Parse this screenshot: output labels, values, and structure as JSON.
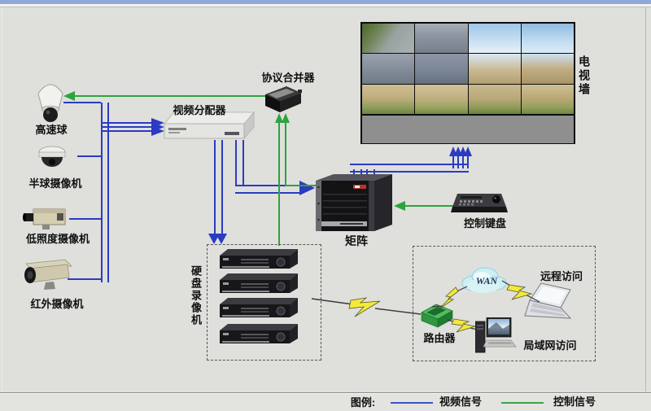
{
  "diagram": {
    "nodes": {
      "speed_dome": "高速球",
      "dome_camera": "半球摄像机",
      "low_light_camera": "低照度摄像机",
      "ir_camera": "红外摄像机",
      "video_distributor": "视频分配器",
      "protocol_merger": "协议合并器",
      "tv_wall": "电视墙",
      "matrix": "矩阵",
      "control_keyboard": "控制键盘",
      "dvr": "硬盘录像机",
      "wan": "WAN",
      "remote_access": "远程访问",
      "router": "路由器",
      "lan_access": "局域网访问"
    },
    "legend": {
      "title": "图例:",
      "items": [
        {
          "label": "视频信号",
          "color": "#3a55c4"
        },
        {
          "label": "控制信号",
          "color": "#3aa44a"
        }
      ]
    },
    "colors": {
      "video_signal": "#2b3bc2",
      "control_signal": "#2ca43e",
      "background": "#dfdfdc",
      "top_band": "#8ea9d9"
    }
  }
}
